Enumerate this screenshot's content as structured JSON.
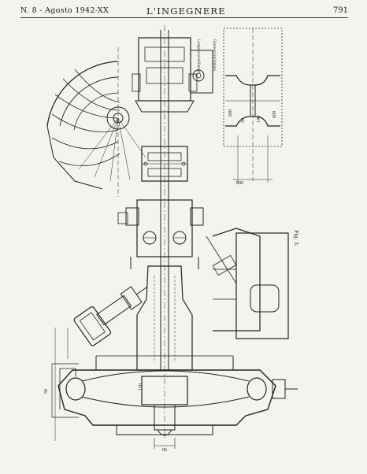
{
  "header": {
    "issue": "N. 8 - Agosto 1942-XX",
    "journal": "L'INGEGNERE",
    "page_number": "791"
  },
  "figure": {
    "label": "Fig. 3.",
    "annotations": {
      "dim_50_left": "50",
      "dim_90_bottom": "90",
      "dim_150": "150",
      "dim_600": "600",
      "dim_50_right": "50",
      "dim_140": "140",
      "dim_600_right": "600",
      "dim_800": "800",
      "vertical_note_1": "Lunghezza/millimetri",
      "vertical_note_2": "Diametro/millimetri"
    }
  }
}
